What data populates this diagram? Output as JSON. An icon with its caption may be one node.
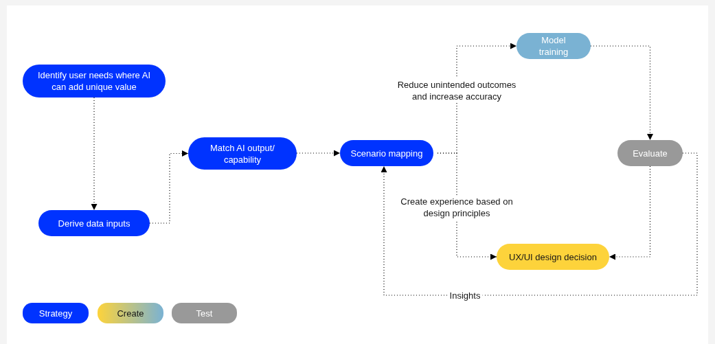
{
  "diagram": {
    "nodes": [
      {
        "text": [
          "Identify user needs where AI can add unique value"
        ]
      },
      {
        "text": [
          "Derive data inputs"
        ]
      },
      {
        "text": [
          "Match AI output/ capability"
        ]
      },
      {
        "text": [
          "Scenario mapping"
        ]
      },
      {
        "text": [
          "Model training"
        ]
      },
      {
        "text": [
          "Evaluate"
        ]
      },
      {
        "text": [
          "UX/UI design decision"
        ]
      }
    ],
    "edges": [
      {
        "from": 0,
        "to": 1,
        "arrow": "to",
        "style": "dashed"
      },
      {
        "from": 1,
        "to": 2,
        "arrow": "to",
        "style": "dashed"
      },
      {
        "from": 2,
        "to": 3,
        "arrow": "to",
        "style": "dashed"
      },
      {
        "from": 3,
        "to": 4,
        "arrow": "to",
        "style": "dashed",
        "label": "Reduce unintended outcomes and increase accuracy"
      },
      {
        "from": 3,
        "to": 6,
        "arrow": "to",
        "style": "dashed",
        "label": "Create experience based on design principles"
      },
      {
        "from": 4,
        "to": 5,
        "arrow": "to",
        "style": "dashed"
      },
      {
        "from": 5,
        "to": 6,
        "arrow": "to",
        "style": "dashed"
      },
      {
        "from": 5,
        "to": 3,
        "arrow": "to",
        "style": "dashed",
        "label": "Insights"
      }
    ],
    "legend": [
      {
        "text": "Strategy",
        "color": "#0033ff"
      },
      {
        "text": "Create"
      },
      {
        "text": "Test",
        "color": "#999999"
      }
    ]
  }
}
